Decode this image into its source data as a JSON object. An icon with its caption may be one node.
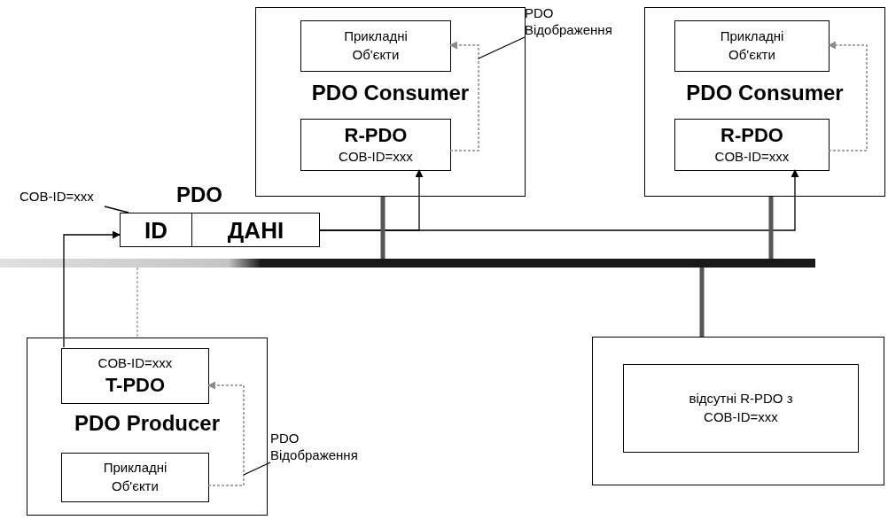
{
  "diagram": {
    "nodes": [
      {
        "text": [
          "PDO Consumer"
        ]
      },
      {
        "text": [
          "Прикладні Об'єкти"
        ],
        "in": 0
      },
      {
        "text": [
          "R-PDO",
          "COB-ID=xxx"
        ],
        "in": 0
      },
      {
        "text": [
          "PDO Consumer"
        ]
      },
      {
        "text": [
          "Прикладні Об'єкти"
        ],
        "in": 3
      },
      {
        "text": [
          "R-PDO",
          "COB-ID=xxx"
        ],
        "in": 3
      },
      {
        "text": [
          "PDO"
        ]
      },
      {
        "text": [
          "ID"
        ],
        "in": 6
      },
      {
        "text": [
          "ДАНІ"
        ],
        "in": 6
      },
      {
        "text": [
          "PDO Producer"
        ]
      },
      {
        "text": [
          "COB-ID=xxx",
          "T-PDO"
        ],
        "in": 9
      },
      {
        "text": [
          "Прикладні Об'єкти"
        ],
        "in": 9
      },
      {
        "text": [],
        "shape": "box"
      },
      {
        "text": [
          "відсутні R-PDO з COB-ID=xxx"
        ],
        "in": 12
      },
      {
        "text": [],
        "shape": "bar"
      },
      {
        "text": [
          "PDO Відображення"
        ]
      },
      {
        "text": [
          "PDO Відображення"
        ]
      },
      {
        "text": [
          "COB-ID=xxx"
        ]
      }
    ],
    "edges": [
      {
        "from": 2,
        "to": 1,
        "arrow": "to",
        "style": "dashed",
        "color": "#8a8a8a"
      },
      {
        "from": 5,
        "to": 4,
        "arrow": "to",
        "style": "dashed",
        "color": "#8a8a8a"
      },
      {
        "from": 11,
        "to": 10,
        "arrow": "to",
        "style": "dashed",
        "color": "#8a8a8a"
      },
      {
        "from": 10,
        "to": 7,
        "arrow": "to"
      },
      {
        "from": 8,
        "to": 2,
        "arrow": "to"
      },
      {
        "from": 8,
        "to": 5,
        "arrow": "to"
      },
      {
        "from": 14,
        "to": 0,
        "arrow": "none",
        "style": "thick",
        "color": "#555555"
      },
      {
        "from": 14,
        "to": 3,
        "arrow": "none",
        "style": "thick",
        "color": "#555555"
      },
      {
        "from": 14,
        "to": 9,
        "arrow": "none",
        "style": "dashed",
        "color": "#a0a0a0"
      },
      {
        "from": 14,
        "to": 12,
        "arrow": "none",
        "style": "thick",
        "color": "#555555"
      },
      {
        "from": 15,
        "to": null,
        "arrow": "none"
      },
      {
        "from": 16,
        "to": null,
        "arrow": "none"
      },
      {
        "from": 17,
        "to": 7,
        "arrow": "none"
      }
    ]
  }
}
